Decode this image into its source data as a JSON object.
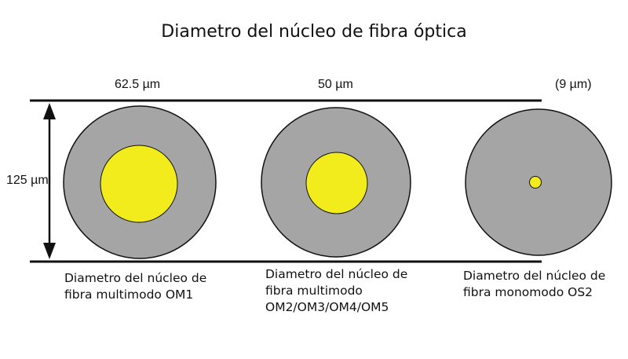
{
  "title": "Diametro del núcleo de fibra óptica",
  "cladding_diameter_label": "125 µm",
  "fibers": [
    {
      "core_label": "62.5 µm",
      "caption_lines": [
        "Diametro del núcleo de",
        "fibra multimodo OM1"
      ]
    },
    {
      "core_label": "50 µm",
      "caption_lines": [
        "Diametro del núcleo de",
        "fibra multimodo",
        "OM2/OM3/OM4/OM5"
      ]
    },
    {
      "core_label": "(9 µm)",
      "caption_lines": [
        "Diametro del núcleo de",
        "fibra monomodo OS2"
      ]
    }
  ],
  "colors": {
    "cladding": "#a5a5a5",
    "core": "#f2ec1c",
    "line": "#111111"
  }
}
